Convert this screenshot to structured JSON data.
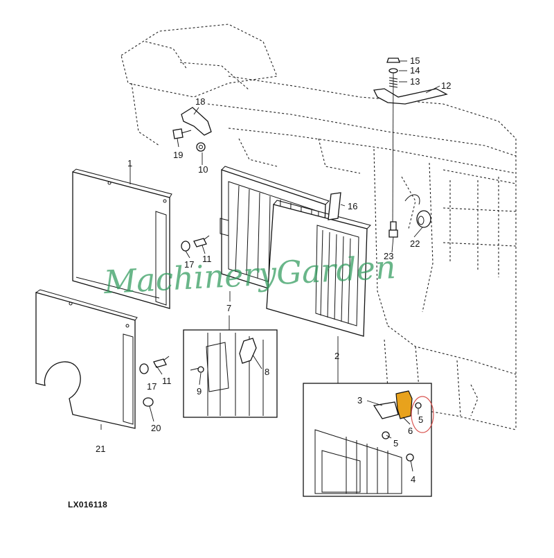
{
  "diagram_code": "LX016118",
  "watermark": "MachineryGarden",
  "accent_color": "#e8a21c",
  "highlight_color": "#d9534f",
  "callouts": {
    "c1": "1",
    "c2": "2",
    "c3": "3",
    "c4": "4",
    "c5a": "5",
    "c5b": "5",
    "c6": "6",
    "c7": "7",
    "c8": "8",
    "c9": "9",
    "c10": "10",
    "c11a": "11",
    "c11b": "11",
    "c12": "12",
    "c13": "13",
    "c14": "14",
    "c15": "15",
    "c16": "16",
    "c17a": "17",
    "c17b": "17",
    "c18": "18",
    "c19": "19",
    "c20": "20",
    "c21": "21",
    "c22": "22",
    "c23": "23"
  }
}
